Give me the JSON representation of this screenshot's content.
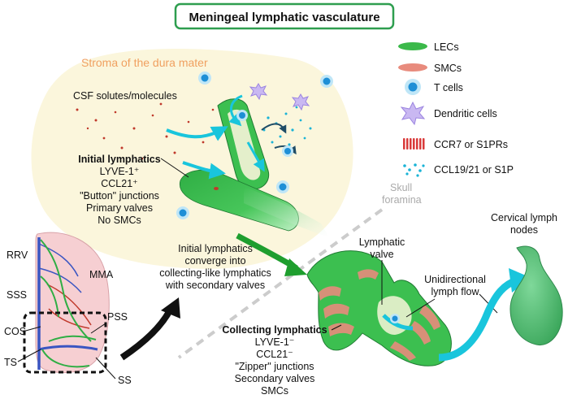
{
  "title": "Meningeal lymphatic vasculature",
  "stroma_label": "Stroma of the dura mater",
  "csf_label": "CSF solutes/molecules",
  "legend": [
    {
      "icon": "lec-icon",
      "label": "LECs"
    },
    {
      "icon": "smc-icon",
      "label": "SMCs"
    },
    {
      "icon": "t-cell-icon",
      "label": "T cells"
    },
    {
      "icon": "dendritic-cell-icon",
      "label": "Dendritic cells"
    },
    {
      "icon": "receptor-icon",
      "label": "CCR7 or S1PRs"
    },
    {
      "icon": "chemokine-icon",
      "label": "CCL19/21 or S1P"
    }
  ],
  "initial_lymphatics": {
    "heading": "Initial lymphatics",
    "lines": [
      "LYVE-1⁺",
      "CCL21⁺",
      "\"Button\" junctions",
      "Primary valves",
      "No SMCs"
    ]
  },
  "converge_text": [
    "Initial lymphatics",
    "converge into",
    "collecting-like lymphatics",
    "with secondary valves"
  ],
  "skull_foramina": [
    "Skull",
    "foramina"
  ],
  "lymphatic_valve": [
    "Lymphatic",
    "valve"
  ],
  "unidirectional_flow": [
    "Unidirectional",
    "lymph flow"
  ],
  "cervical_nodes": [
    "Cervical lymph",
    "nodes"
  ],
  "collecting_lymphatics": {
    "heading": "Collecting lymphatics",
    "lines": [
      "LYVE-1⁻",
      "CCL21⁻",
      "\"Zipper\" junctions",
      "Secondary valves",
      "SMCs"
    ]
  },
  "brain_labels": {
    "rrv": "RRV",
    "sss": "SSS",
    "mma": "MMA",
    "cos": "COS",
    "pss": "PSS",
    "ts": "TS",
    "ss": "SS"
  },
  "colors": {
    "title_border": "#2e9e4f",
    "stroma_fill": "#fbf6dc",
    "stroma_text": "#f0a060",
    "lec_green": "#3bb94a",
    "smc_red": "#e88b7d",
    "t_cell_blue": "#1e8fd6",
    "dendritic_purple": "#a58ae6",
    "flow_cyan": "#19c5dc",
    "arrow_green": "#1e9e2e"
  }
}
